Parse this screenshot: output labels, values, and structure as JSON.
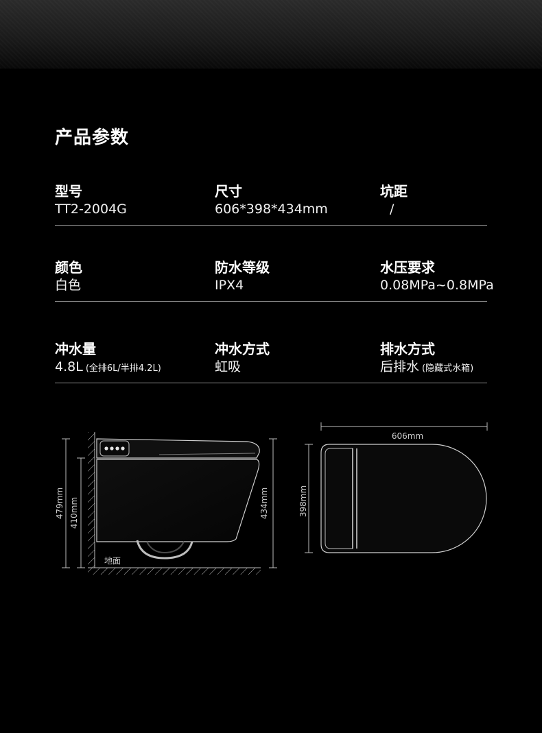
{
  "title": "产品参数",
  "specs": [
    [
      {
        "label": "型号",
        "value": "TT2-2004G",
        "note": ""
      },
      {
        "label": "尺寸",
        "value": "606*398*434mm",
        "note": ""
      },
      {
        "label": "坑距",
        "value": "/",
        "note": ""
      }
    ],
    [
      {
        "label": "颜色",
        "value": "白色",
        "note": ""
      },
      {
        "label": "防水等级",
        "value": "IPX4",
        "note": ""
      },
      {
        "label": "水压要求",
        "value": "0.08MPa~0.8MPa",
        "note": ""
      }
    ],
    [
      {
        "label": "冲水量",
        "value": "4.8L",
        "note": "(全排6L/半排4.2L)"
      },
      {
        "label": "冲水方式",
        "value": "虹吸",
        "note": ""
      },
      {
        "label": "排水方式",
        "value": "后排水",
        "note": "(隐藏式水箱)"
      }
    ]
  ],
  "diagram": {
    "side": {
      "height_total": "479mm",
      "height_seat": "410mm",
      "height_body": "434mm",
      "floor_label": "地面"
    },
    "top": {
      "width": "606mm",
      "depth": "398mm"
    }
  },
  "colors": {
    "background": "#000000",
    "text": "#ffffff",
    "divider": "#8e8e8e",
    "line": "#bdbdbd"
  }
}
